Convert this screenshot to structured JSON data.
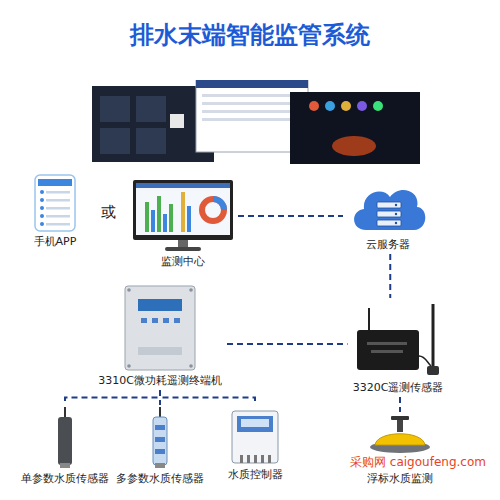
{
  "diagram": {
    "title": "排水末端智能监管系统",
    "nodes": [
      {
        "text": [
          "手机APP"
        ]
      },
      {
        "text": [
          "监测中心"
        ]
      },
      {
        "text": [
          "云服务器"
        ]
      },
      {
        "text": [
          "3310C微功耗遥测终端机"
        ]
      },
      {
        "text": [
          "3320C遥测传感器"
        ]
      },
      {
        "text": [
          "单参数水质传感器"
        ]
      },
      {
        "text": [
          "多参数水质传感器"
        ]
      },
      {
        "text": [
          "水质控制器"
        ]
      },
      {
        "text": [
          "浮标水质监测"
        ]
      }
    ],
    "edges": [
      {
        "from": 1,
        "to": 2,
        "arrow": "none"
      },
      {
        "from": 2,
        "to": 4,
        "arrow": "none"
      },
      {
        "from": 3,
        "to": 4,
        "arrow": "none"
      },
      {
        "from": 3,
        "to": 5,
        "arrow": "none"
      },
      {
        "from": 3,
        "to": 6,
        "arrow": "none"
      },
      {
        "from": 3,
        "to": 7,
        "arrow": "none"
      },
      {
        "from": 4,
        "to": 8,
        "arrow": "none"
      }
    ],
    "labels": [
      "或",
      "采购网 caigoufeng.com"
    ]
  }
}
